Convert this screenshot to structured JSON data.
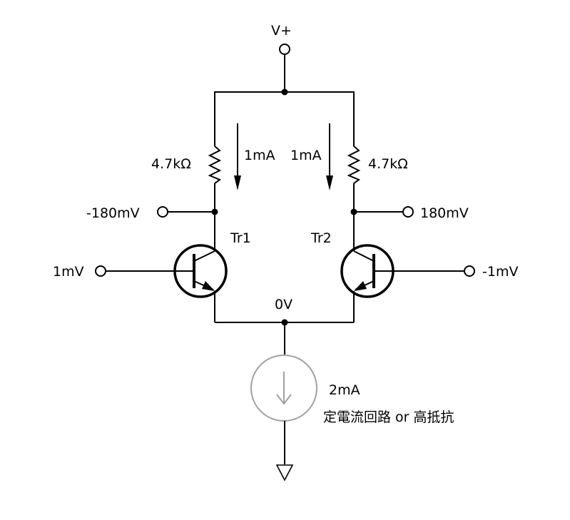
{
  "labels": {
    "vplus": "V+",
    "r_left": "4.7kΩ",
    "r_right": "4.7kΩ",
    "i_left": "1mA",
    "i_right": "1mA",
    "v_out_left": "-180mV",
    "v_out_right": "180mV",
    "tr1": "Tr1",
    "tr2": "Tr2",
    "v_in_left": "1mV",
    "v_in_right": "-1mV",
    "v_emitter": "0V",
    "i_tail": "2mA",
    "tail_desc": "定電流回路 or 高抵抗"
  },
  "colors": {
    "line": "#000000",
    "source": "#a0a0a0",
    "background": "#ffffff"
  }
}
